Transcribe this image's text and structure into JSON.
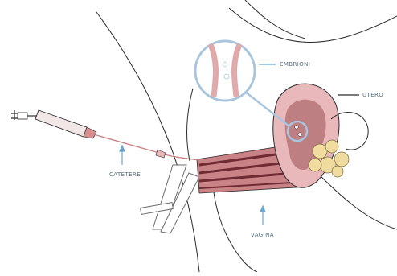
{
  "labels": {
    "embryos": "EMBRIONI",
    "uterus": "UTERO",
    "catheter": "CATETERE",
    "vagina": "VAGINA"
  },
  "colors": {
    "outline": "#2b2b2b",
    "arrow": "#6fa6cf",
    "uterus_fill": "#e8b8ba",
    "uterus_dark": "#8a3a3e",
    "canal_stripe": "#6e2b31",
    "lens_ring": "#a9c6de",
    "ovary_fill": "#f1dca0",
    "syringe_body": "#f1e7e6"
  }
}
